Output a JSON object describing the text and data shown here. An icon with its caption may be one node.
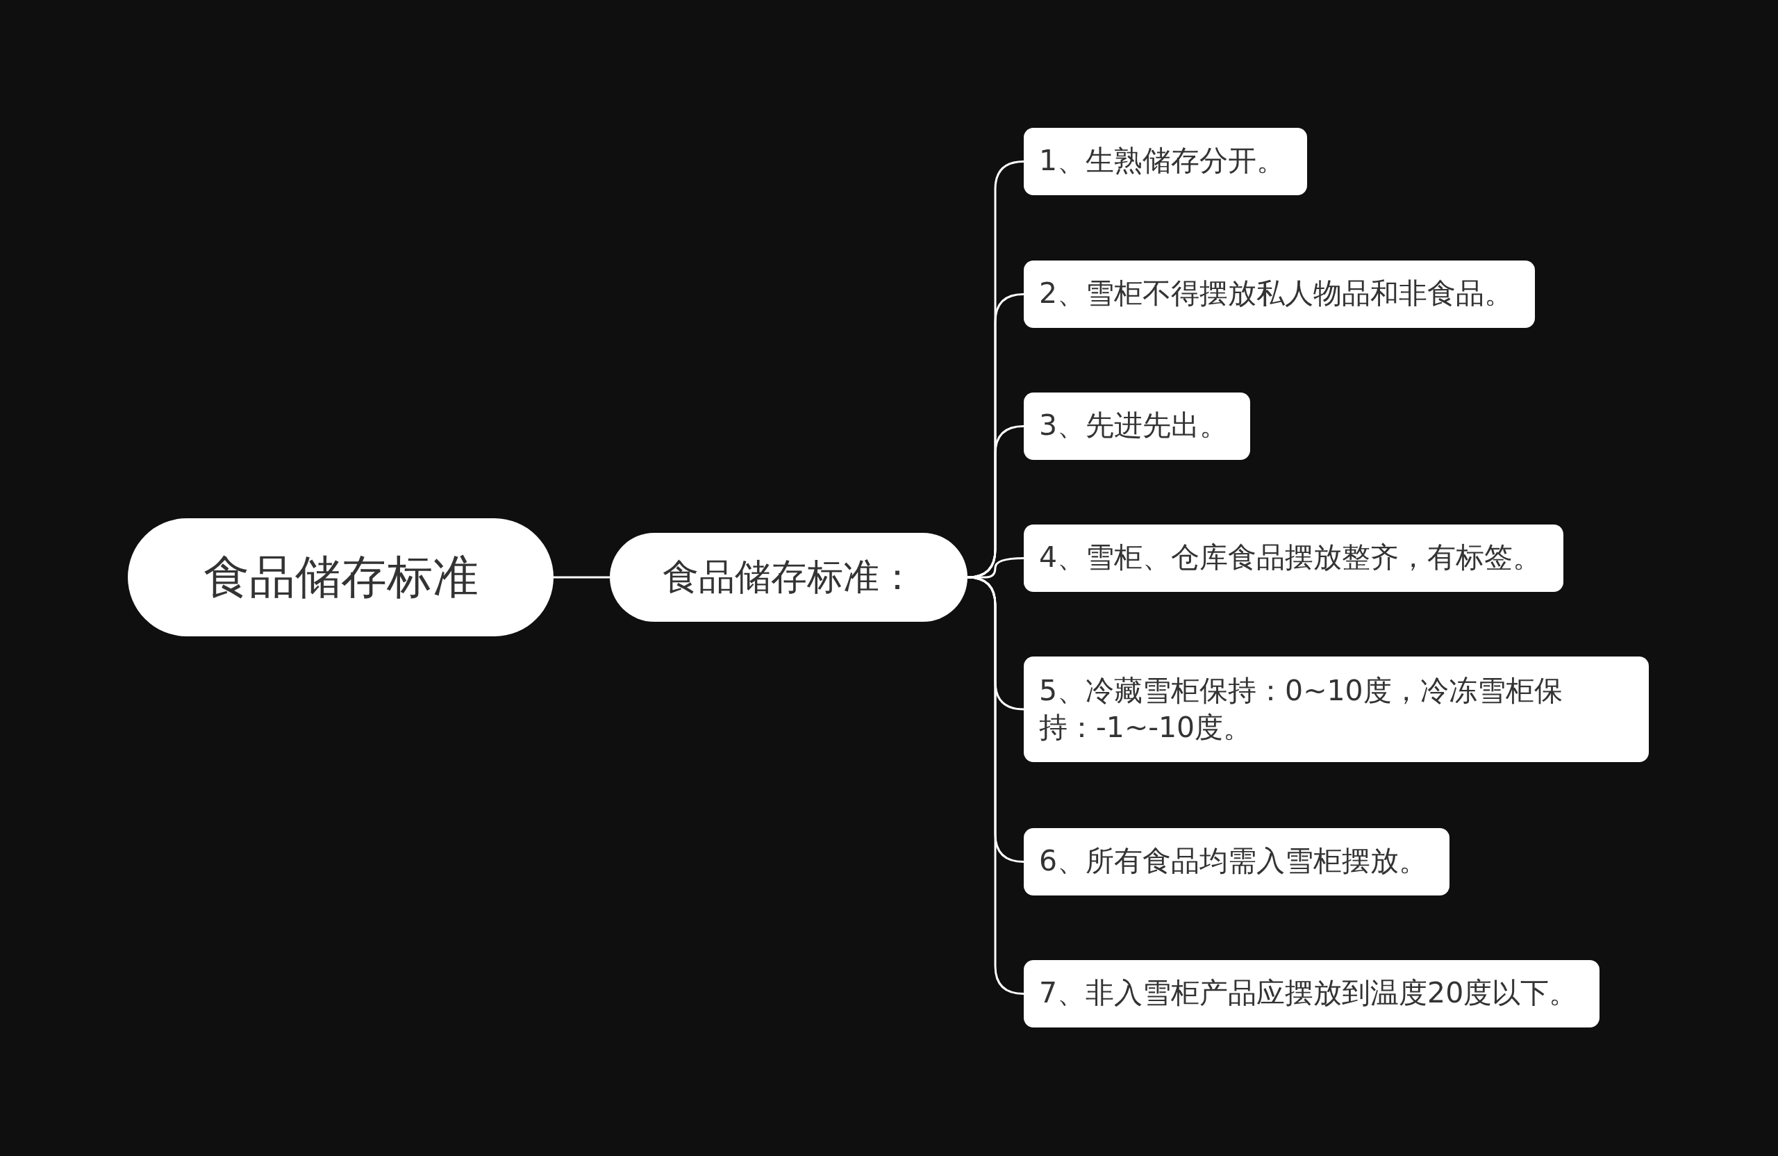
{
  "diagram": {
    "nodes": [
      {
        "text": [
          "食品储存标准"
        ]
      },
      {
        "text": [
          "食品储存标准："
        ]
      },
      {
        "text": [
          "1、生熟储存分开。"
        ]
      },
      {
        "text": [
          "2、雪柜不得摆放私人物品和非食品。"
        ]
      },
      {
        "text": [
          "3、先进先出。"
        ]
      },
      {
        "text": [
          "4、雪柜、仓库食品摆放整齐，有标签。"
        ]
      },
      {
        "text": [
          "5、冷藏雪柜保持：0~10度，冷冻雪柜保持：-1~-10度。"
        ]
      },
      {
        "text": [
          "6、所有食品均需入雪柜摆放。"
        ]
      },
      {
        "text": [
          "7、非入雪柜产品应摆放到温度20度以下。"
        ]
      }
    ],
    "edges": [
      {
        "from": 0,
        "to": 1,
        "arrow": "none"
      },
      {
        "from": 1,
        "to": 2,
        "arrow": "none"
      },
      {
        "from": 1,
        "to": 3,
        "arrow": "none"
      },
      {
        "from": 1,
        "to": 4,
        "arrow": "none"
      },
      {
        "from": 1,
        "to": 5,
        "arrow": "none"
      },
      {
        "from": 1,
        "to": 6,
        "arrow": "none"
      },
      {
        "from": 1,
        "to": 7,
        "arrow": "none"
      },
      {
        "from": 1,
        "to": 8,
        "arrow": "none"
      }
    ]
  }
}
